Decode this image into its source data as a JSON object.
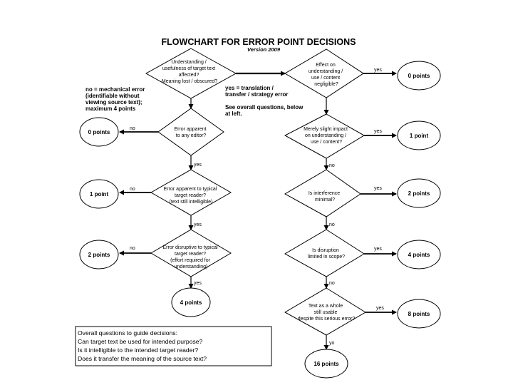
{
  "title": "FLOWCHART FOR ERROR POINT DECISIONS",
  "version": "Version 2009",
  "no_note": [
    "no = mechanical error",
    "(identifiable without",
    "viewing source text);",
    "maximum 4 points"
  ],
  "yes_note": [
    "yes = translation /",
    "transfer / strategy error"
  ],
  "see_note": [
    "See overall questions, below",
    "at left."
  ],
  "diamonds": {
    "d_top_left": [
      "Understanding /",
      "usefulness of target text",
      "affected?",
      "Meaning lost / obscured?"
    ],
    "d_top_right": [
      "Effect on",
      "understanding /",
      "use / content",
      "negligible?"
    ],
    "dl1": [
      "Error apparent",
      "to any editor?"
    ],
    "dl2": [
      "Error apparent to typical",
      "target reader?",
      "(text still intelligible)"
    ],
    "dl3": [
      "Error disruptive to typical",
      "target reader?",
      "(effort required for",
      "understanding)"
    ],
    "dr2": [
      "Merely slight impact",
      "on understanding /",
      "use / content?"
    ],
    "dr3": [
      "Is interference",
      "minimal?"
    ],
    "dr4": [
      "Is disruption",
      "limited in scope?"
    ],
    "dr5": [
      "Text as a whole",
      "still usable",
      "despite this serious error?"
    ]
  },
  "outcomes": {
    "l0": "0 points",
    "l1": "1 point",
    "l2": "2 points",
    "l4": "4 points",
    "r0": "0 points",
    "r1": "1 point",
    "r2": "2 points",
    "r4": "4 points",
    "r8": "8 points",
    "r16": "16 points"
  },
  "labels": {
    "yes": "yes",
    "no": "no",
    "yo": "yo"
  },
  "questions": [
    "Overall questions to guide decisions:",
    "Can target text be used for intended purpose?",
    "Is it intelligible to the intended target reader?",
    "Does it transfer the meaning of the source text?"
  ]
}
